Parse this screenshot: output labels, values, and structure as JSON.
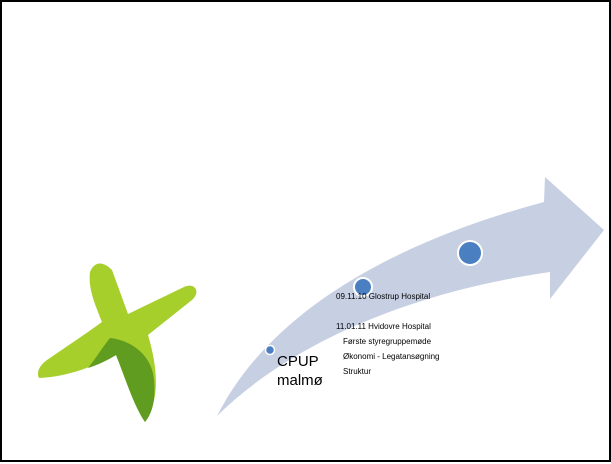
{
  "slide": {
    "colors": {
      "background": "#ffffff",
      "border": "#000000",
      "arrow_fill": "#c7cfe3",
      "milestone_dot": "#4a7fc1",
      "logo_light_green": "#a6cf2b",
      "logo_dark_green": "#5f9c1f"
    },
    "logo": {
      "icon": "green-star-logo-icon"
    },
    "timeline": {
      "icon": "curved-arrow-icon",
      "milestones": [
        {
          "icon": "milestone-dot-icon",
          "label_line1": "CPUP",
          "label_line2": "malmø"
        },
        {
          "icon": "milestone-dot-icon"
        },
        {
          "icon": "milestone-dot-icon"
        }
      ],
      "notes": [
        "09.11.10 Glostrup Hospital",
        "11.01.11 Hvidovre Hospital",
        "Første styregruppemøde",
        "Økonomi -  Legatansøgning",
        "Struktur"
      ]
    }
  }
}
